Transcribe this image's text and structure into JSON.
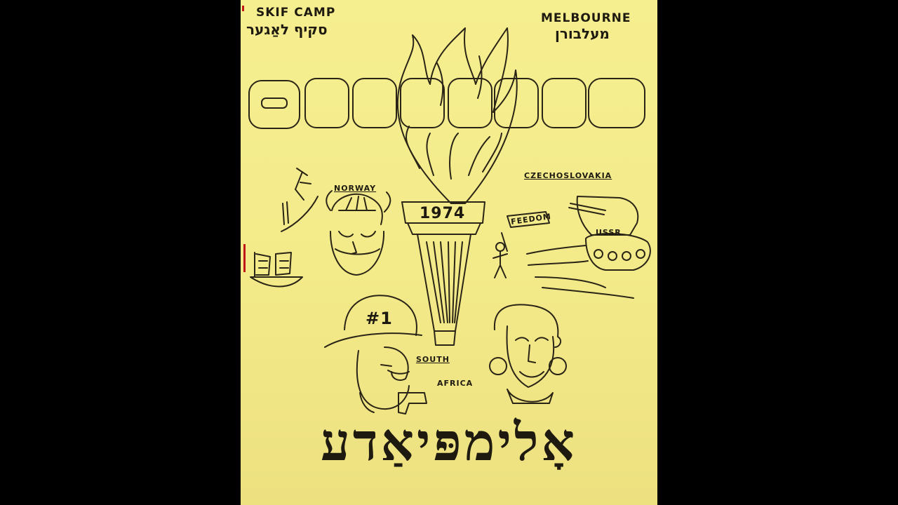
{
  "poster": {
    "camp_en": "SKIF CAMP",
    "camp_he": "סקיף לאַגער",
    "city_en": "MELBOURNE",
    "city_he": "מעלבורן",
    "title": "OLYMPICS",
    "year": "1974",
    "country_norway": "NORWAY",
    "country_czech": "CZECHOSLOVAKIA",
    "tank_label": "USSR",
    "sign_label": "FEEDOM",
    "helmet_label": "#1",
    "south_africa_1": "SOUTH",
    "south_africa_2": "AFRICA",
    "yiddish_title": "אָלימפּיאַדע"
  }
}
